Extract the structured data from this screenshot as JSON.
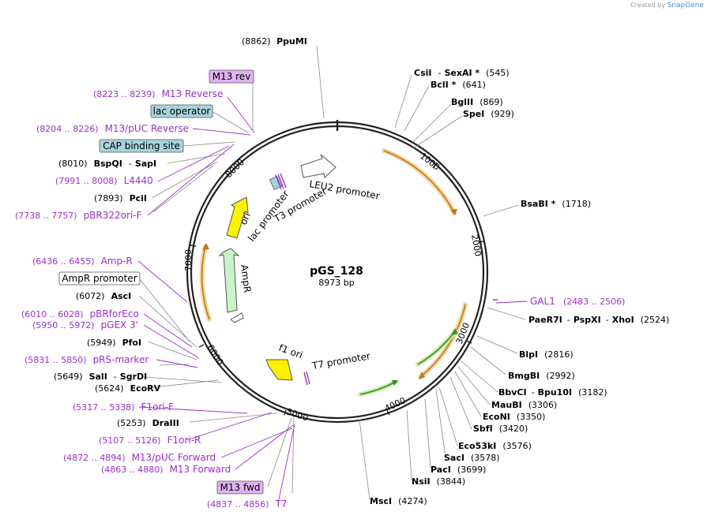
{
  "credit": {
    "created_by": "Created by",
    "brand": "SnapGene"
  },
  "plasmid": {
    "name": "pGS_128",
    "size": "8973 bp"
  },
  "ticks": [
    "1000",
    "2000",
    "3000",
    "4000",
    "5000",
    "6000",
    "7000",
    "8000"
  ],
  "colors": {
    "enzyme": "#000000",
    "feature": "#9b30c8",
    "line": "#888888",
    "primer_fill": "#e2b2f2",
    "box_fill": "#a8d4dc"
  },
  "enzymes": [
    {
      "pos": "(8862)",
      "name": "PpuMI"
    },
    {
      "name": "CsiI",
      "sep": "-",
      "name2": "SexAI *",
      "pos": "(545)"
    },
    {
      "name": "BclI *",
      "pos": "(641)"
    },
    {
      "name": "BglII",
      "pos": "(869)"
    },
    {
      "name": "SpeI",
      "pos": "(929)"
    },
    {
      "name": "BsaBI *",
      "pos": "(1718)"
    },
    {
      "name": "PaeR7I",
      "sep": "-",
      "name2": "PspXI",
      "sep2": "-",
      "name3": "XhoI",
      "pos": "(2524)"
    },
    {
      "name": "BlpI",
      "pos": "(2816)"
    },
    {
      "name": "BmgBI",
      "pos": "(2992)"
    },
    {
      "name": "BbvCI",
      "sep": "-",
      "name2": "Bpu10I",
      "pos": "(3182)"
    },
    {
      "name": "MauBI",
      "pos": "(3306)"
    },
    {
      "name": "EcoNI",
      "pos": "(3350)"
    },
    {
      "name": "SbfI",
      "pos": "(3420)"
    },
    {
      "name": "Eco53kI",
      "pos": "(3576)"
    },
    {
      "name": "SacI",
      "pos": "(3578)"
    },
    {
      "name": "PacI",
      "pos": "(3699)"
    },
    {
      "name": "NsiI",
      "pos": "(3844)"
    },
    {
      "name": "MscI",
      "pos": "(4274)"
    },
    {
      "pos": "(8010)",
      "name": "BspQI",
      "sep": "-",
      "name2": "SapI"
    },
    {
      "pos": "(7893)",
      "name": "PciI"
    },
    {
      "pos": "(6072)",
      "name": "AscI"
    },
    {
      "pos": "(5949)",
      "name": "PfoI"
    },
    {
      "pos": "(5649)",
      "name": "SalI",
      "sep": "-",
      "name2": "SgrDI"
    },
    {
      "pos": "(5624)",
      "name": "EcoRV"
    },
    {
      "pos": "(5253)",
      "name": "DraIII"
    }
  ],
  "features": [
    {
      "pos": "(8223 .. 8239)",
      "name": "M13 Reverse"
    },
    {
      "pos": "(8204 .. 8226)",
      "name": "M13/pUC Reverse"
    },
    {
      "pos": "(7991 .. 8008)",
      "name": "L4440"
    },
    {
      "pos": "(7738 .. 7757)",
      "name": "pBR322ori-F"
    },
    {
      "pos": "(6436 .. 6455)",
      "name": "Amp-R"
    },
    {
      "pos": "(6010 .. 6028)",
      "name": "pBRforEco"
    },
    {
      "pos": "(5950 .. 5972)",
      "name": "pGEX 3'"
    },
    {
      "pos": "(5831 .. 5850)",
      "name": "pRS-marker"
    },
    {
      "pos": "(5317 .. 5338)",
      "name": "F1ori-F"
    },
    {
      "pos": "(5107 .. 5126)",
      "name": "F1ori-R"
    },
    {
      "pos": "(4872 .. 4894)",
      "name": "M13/pUC Forward"
    },
    {
      "pos": "(4863 .. 4880)",
      "name": "M13 Forward"
    },
    {
      "pos": "(4837 .. 4856)",
      "name": "T7"
    },
    {
      "name": "GAL1",
      "pos": "(2483 .. 2506)"
    }
  ],
  "boxed_labels": [
    "M13 rev",
    "lac operator",
    "CAP binding site",
    "AmpR promoter",
    "M13 fwd"
  ],
  "inner_labels": [
    "LEU2 promoter",
    "lac promoter",
    "T3 promoter",
    "ori",
    "AmpR",
    "f1 ori",
    "T7 promoter"
  ]
}
